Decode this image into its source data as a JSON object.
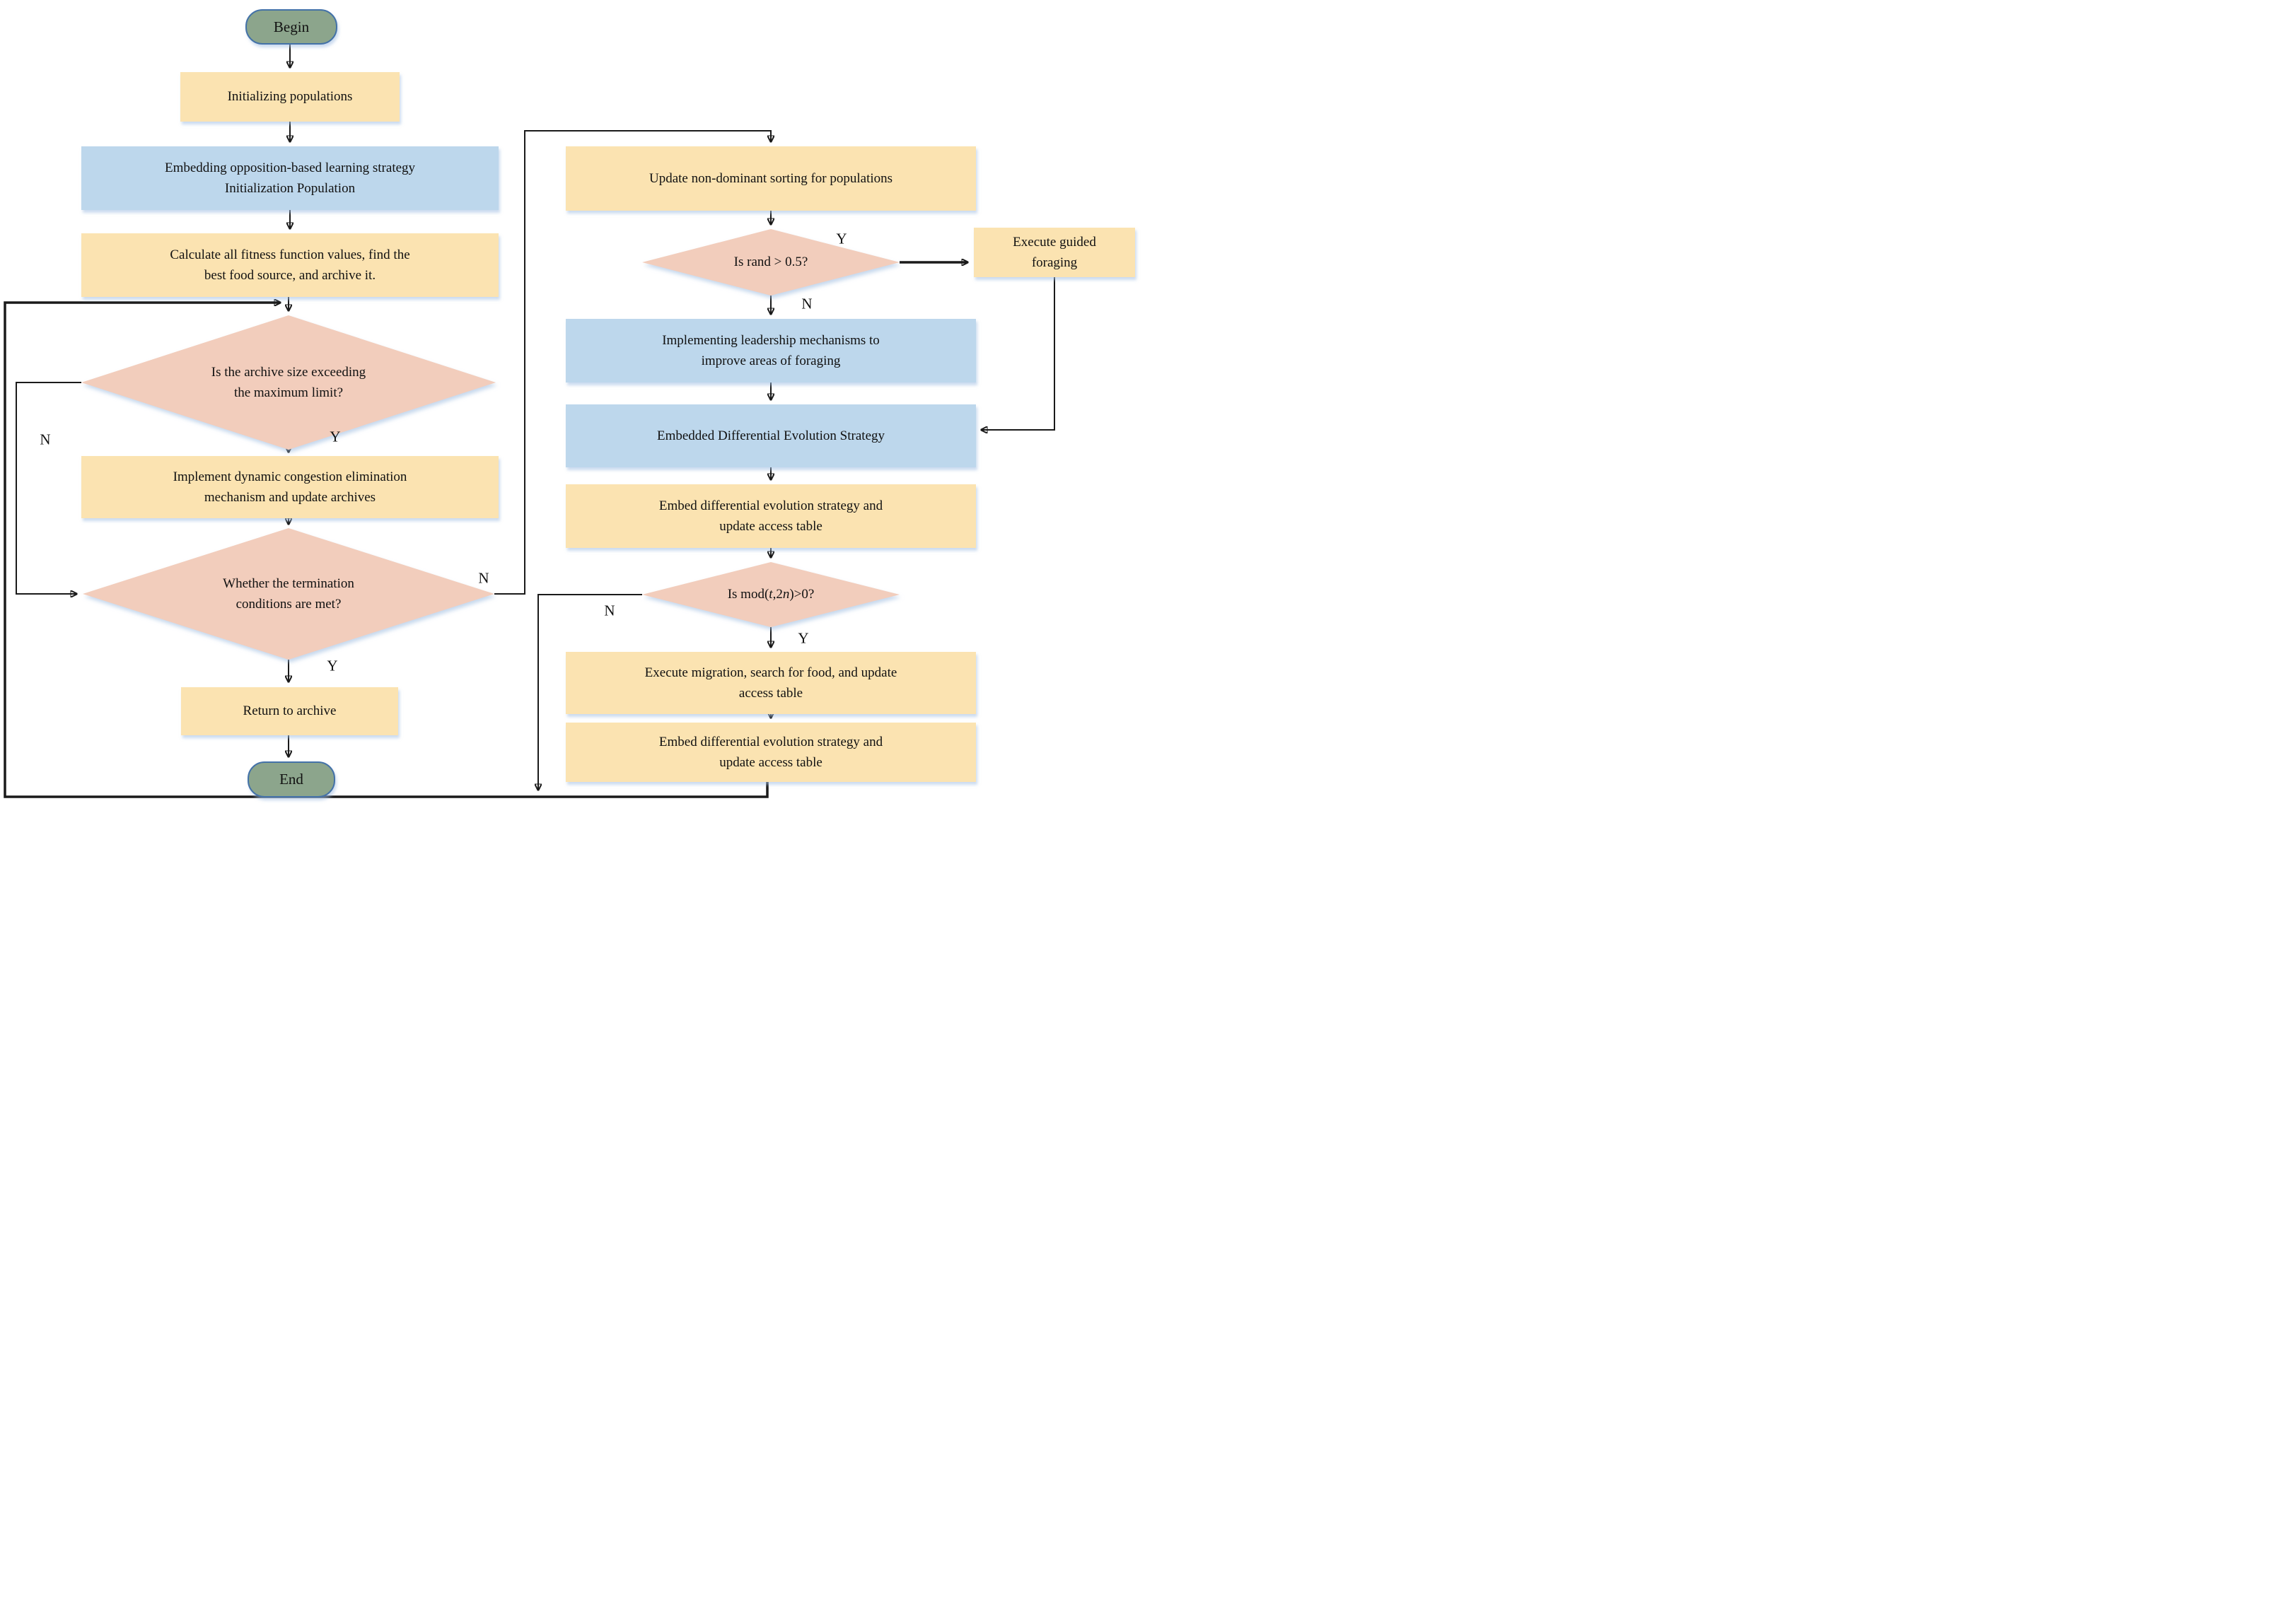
{
  "colors": {
    "background": "#FFFFFF",
    "process_fill": "#FBE3B1",
    "highlight_fill": "#BDD7EC",
    "decision_fill": "#F2CDBC",
    "terminal_fill": "#8CA58C",
    "terminal_border": "#4472A8",
    "line": "#1A1A1A"
  },
  "nodes": {
    "begin": {
      "label": "Begin",
      "type": "terminal"
    },
    "init_populations": {
      "label": "Initializing populations",
      "type": "process"
    },
    "embed_obl": {
      "label": "Embedding opposition-based learning strategy\nInitialization Population",
      "type": "highlight"
    },
    "calc_fitness": {
      "label": "Calculate all fitness function values, find the\nbest food source, and archive it.",
      "type": "process"
    },
    "archive_size_decision": {
      "label": "Is the archive size exceeding\nthe maximum limit?",
      "type": "decision"
    },
    "congestion_elimination": {
      "label": "Implement dynamic congestion elimination\nmechanism and update archives",
      "type": "process"
    },
    "termination_decision": {
      "label": "Whether the termination\nconditions are met?",
      "type": "decision"
    },
    "return_archive": {
      "label": "Return to archive",
      "type": "process"
    },
    "end": {
      "label": "End",
      "type": "terminal"
    },
    "update_sorting": {
      "label": "Update non-dominant sorting for populations",
      "type": "process"
    },
    "rand_decision": {
      "label": "Is rand > 0.5?",
      "type": "decision"
    },
    "execute_guided_foraging": {
      "label": "Execute guided\nforaging",
      "type": "process"
    },
    "leadership_mechanisms": {
      "label": "Implementing leadership mechanisms to\nimprove areas of foraging",
      "type": "highlight"
    },
    "embedded_de_strategy": {
      "label": "Embedded Differential Evolution Strategy",
      "type": "highlight"
    },
    "embed_de_update_1": {
      "label": "Embed differential evolution strategy and\nupdate access table",
      "type": "process"
    },
    "mod_decision": {
      "label": "Is mod(t,2n)>0?",
      "label_runs": [
        {
          "text": "Is mod("
        },
        {
          "text": "t",
          "italic": true
        },
        {
          "text": ",2"
        },
        {
          "text": "n",
          "italic": true
        },
        {
          "text": ")>0?"
        }
      ],
      "type": "decision"
    },
    "execute_migration": {
      "label": "Execute migration, search for food, and update\naccess table",
      "type": "process"
    },
    "embed_de_update_2": {
      "label": "Embed differential evolution strategy and\nupdate access table",
      "type": "process"
    }
  },
  "branch_labels": {
    "archive_no": "N",
    "archive_yes": "Y",
    "termination_no": "N",
    "termination_yes": "Y",
    "rand_yes": "Y",
    "rand_no": "N",
    "mod_no": "N",
    "mod_yes": "Y"
  }
}
